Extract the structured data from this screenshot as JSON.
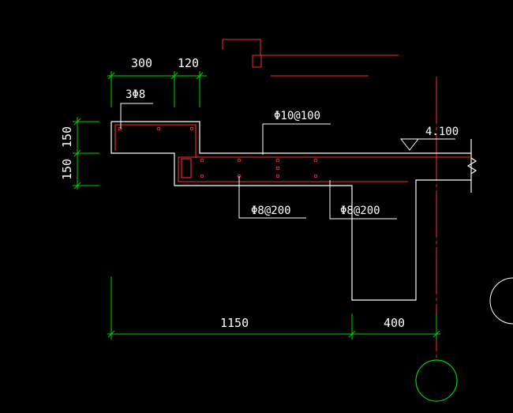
{
  "drawing": {
    "background": "#000000",
    "colors": {
      "outline": "#ffffff",
      "rebar": "#ff2a2a",
      "dimension": "#00d200",
      "axis": "#ff2a2a",
      "axis_bubble": "#00d200"
    },
    "dimensions": {
      "top_left_width": "300",
      "top_step_width": "120",
      "upper_height": "150",
      "lower_height": "150",
      "bottom_span": "1150",
      "bottom_beam": "400"
    },
    "rebar_labels": {
      "corner_bars": "3Φ8",
      "slab_main": "Φ10@100",
      "stirrup_left": "Φ8@200",
      "stirrup_right": "Φ8@200"
    },
    "elevation": {
      "value": "4.100"
    }
  }
}
